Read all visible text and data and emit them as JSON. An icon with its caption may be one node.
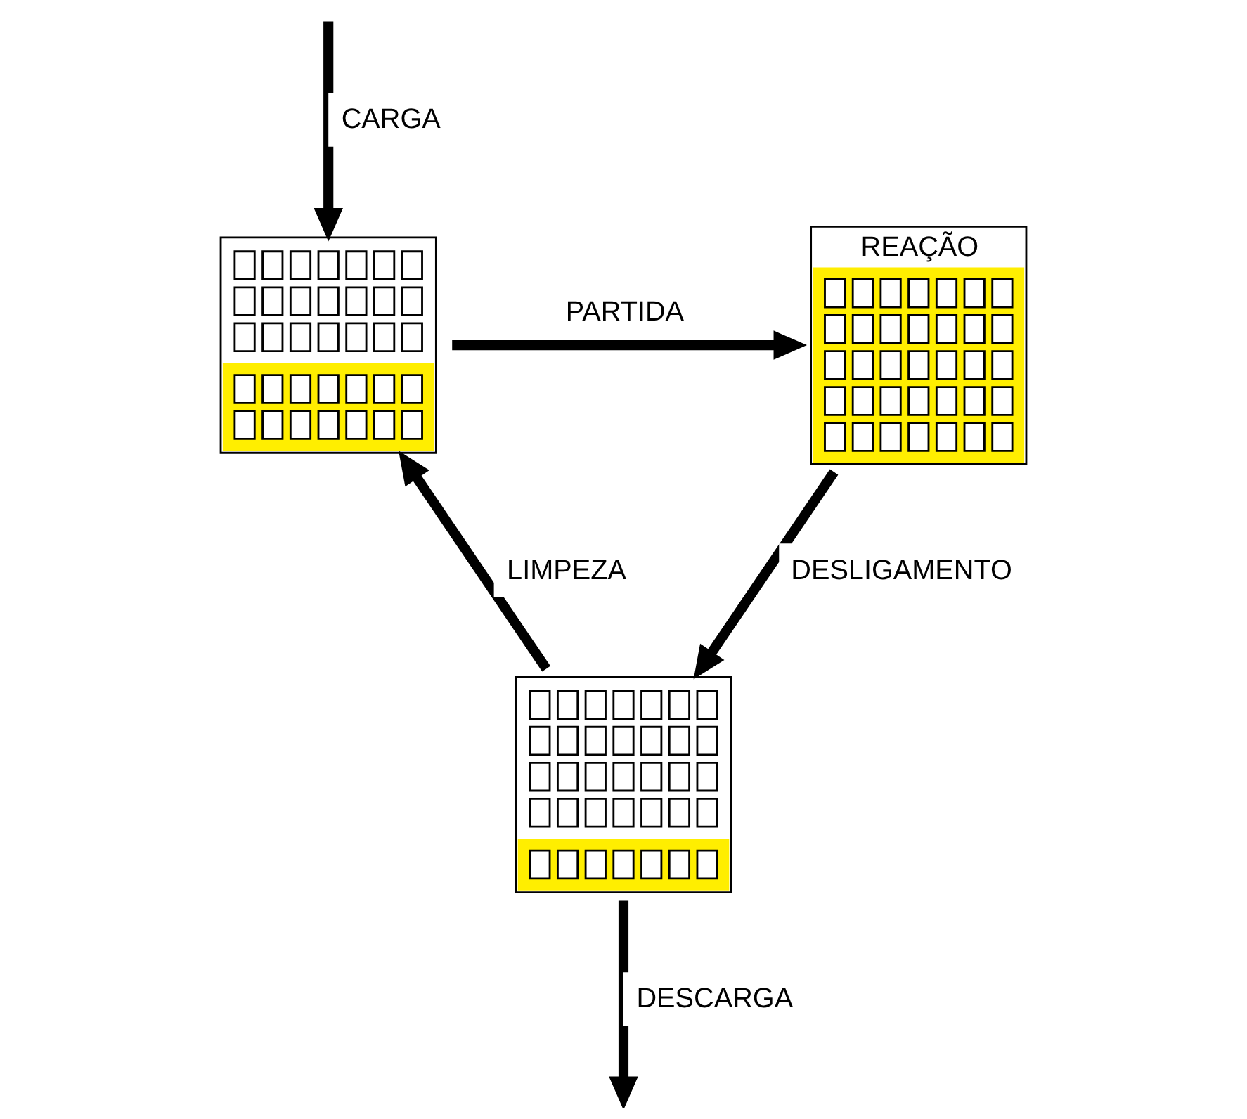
{
  "diagram": {
    "nodes": [
      {
        "text": [],
        "shape": "box"
      },
      {
        "text": [
          "REAÇÃO"
        ]
      },
      {
        "text": [],
        "shape": "box"
      }
    ],
    "edges": [
      {
        "from": null,
        "to": 0,
        "arrow": "to",
        "label": "CARGA"
      },
      {
        "from": 0,
        "to": 1,
        "arrow": "to",
        "label": "PARTIDA"
      },
      {
        "from": 1,
        "to": 2,
        "arrow": "to",
        "label": "DESLIGAMENTO"
      },
      {
        "from": 2,
        "to": 0,
        "arrow": "to",
        "label": "LIMPEZA"
      },
      {
        "from": 2,
        "to": null,
        "arrow": "to",
        "label": "DESCARGA"
      }
    ]
  }
}
